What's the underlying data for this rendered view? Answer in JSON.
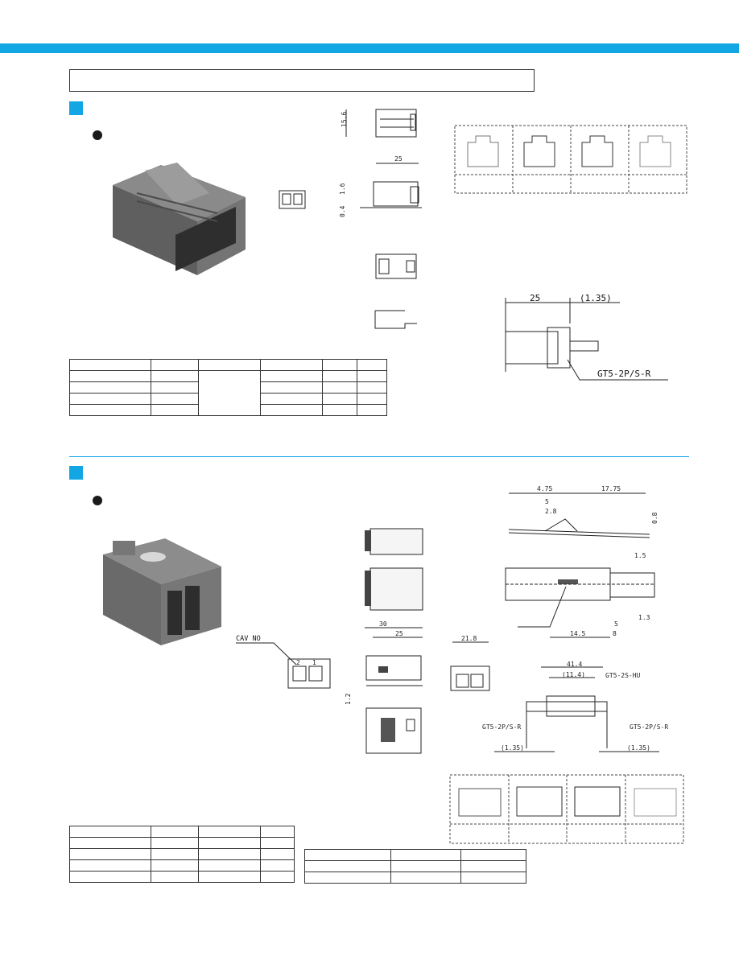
{
  "section1": {
    "side_drawing_dims": {
      "height": "15.6",
      "length": "25",
      "d1": "1.6",
      "d2": "0.4"
    },
    "assembly_dims": {
      "length": "25",
      "offset": "(1.35)",
      "part_label": "GT5-2P/S-R"
    }
  },
  "section2": {
    "cavity_label": "CAV NO",
    "cavity_numbers": [
      "2",
      "1"
    ],
    "top_drawing_dims": {
      "w1": "4.75",
      "w2": "17.75",
      "w3": "5",
      "w4": "2.8",
      "h1": "0.8"
    },
    "mid_drawing_dims": {
      "w1": "1.5",
      "w2": "14.5",
      "w3": "8",
      "w4": "5",
      "w5": "1.3"
    },
    "front_drawing_dims": {
      "w1": "30",
      "w2": "25",
      "h1": "1.2",
      "w3": "21.8"
    },
    "assembly_dims": {
      "overall": "41.4",
      "inner": "(11.4)",
      "left_offset": "(1.35)",
      "right_offset": "(1.35)",
      "top_label": "GT5-2S-HU",
      "left_label": "GT5-2P/S-R",
      "right_label": "GT5-2P/S-R"
    }
  },
  "colors": {
    "accent": "#12a7e4",
    "line": "#333333",
    "housing": "#6d6d6d"
  }
}
